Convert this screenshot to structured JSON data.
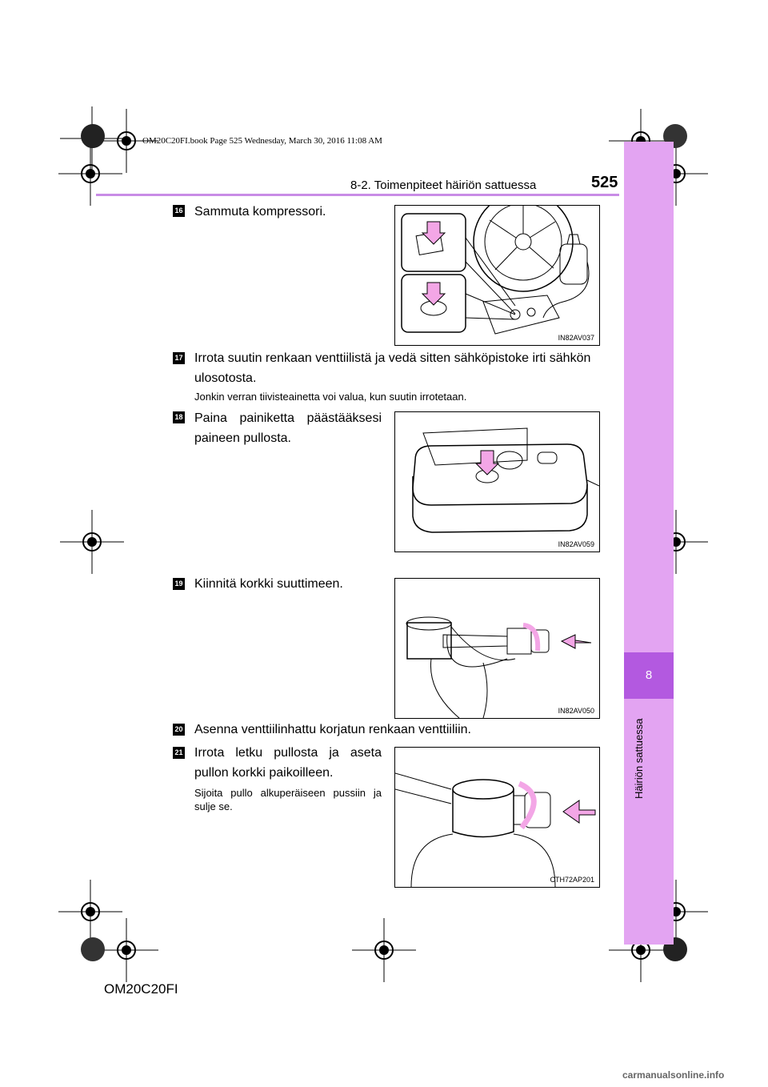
{
  "book_info": "OM20C20FI.book  Page 525  Wednesday, March 30, 2016  11:08 AM",
  "header": {
    "section_title": "8-2. Toimenpiteet häiriön sattuessa",
    "page_number": "525"
  },
  "side_tab": {
    "chapter_number": "8",
    "chapter_label": "Häiriön sattuessa"
  },
  "steps": [
    {
      "number": "16",
      "text": "Sammuta kompressori.",
      "figure_code": "IN82AV037"
    },
    {
      "number": "17",
      "text": "Irrota suutin renkaan venttiilistä ja vedä sitten sähköpistoke irti sähkön ulosotosta.",
      "note": "Jonkin verran tiivisteainetta voi valua, kun suutin irrotetaan."
    },
    {
      "number": "18",
      "text": "Paina painiketta päästääksesi paineen pullosta.",
      "figure_code": "IN82AV059"
    },
    {
      "number": "19",
      "text": "Kiinnitä korkki suuttimeen.",
      "figure_code": "IN82AV050"
    },
    {
      "number": "20",
      "text": "Asenna venttiilinhattu korjatun renkaan venttiiliin."
    },
    {
      "number": "21",
      "text": "Irrota letku pullosta ja aseta pullon korkki paikoilleen.",
      "note": "Sijoita pullo alkuperäiseen pussiin ja sulje se.",
      "figure_code": "CTH72AP201"
    }
  ],
  "footer": {
    "code": "OM20C20FI"
  },
  "watermark": "carmanualsonline.info",
  "colors": {
    "accent": "#c98ce6",
    "tab_band": "#e3a4f2",
    "tab_active": "#b359e0",
    "arrow_fill": "#f3a6e6"
  }
}
